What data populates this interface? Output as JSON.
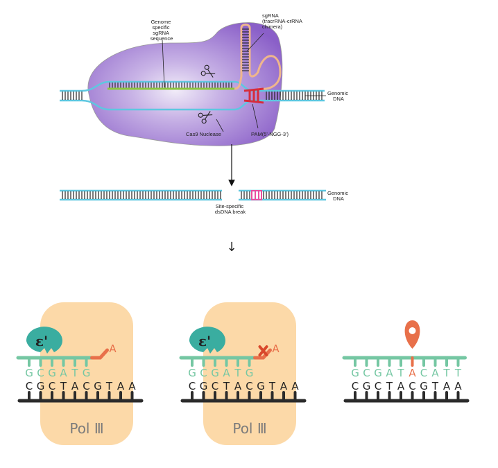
{
  "top_panel": {
    "label_genome_specific": [
      "Genome",
      "specific",
      "sgRNA",
      "sequence"
    ],
    "label_sgrna": [
      "sgRNA",
      "(tracrRNA-crRNA",
      "chimera)"
    ],
    "label_genomic_dna": [
      "Genomic",
      "DNA"
    ],
    "label_cas9": "Cas9 Nuclease",
    "label_pam": "PAM(5'-NGG-3')"
  },
  "middle_panel": {
    "label_genomic_dna": [
      "Genomic",
      "DNA"
    ],
    "label_break": [
      "Site-specific",
      "dsDNA break"
    ],
    "arrow_glyph": "↓"
  },
  "bottom_panels": [
    {
      "enzyme_label": "ε'",
      "mismatch_base": "A",
      "new_strand": [
        "G",
        "C",
        "G",
        "A",
        "T",
        "G"
      ],
      "template_strand": [
        "C",
        "G",
        "C",
        "T",
        "A",
        "C",
        "G",
        "T",
        "A",
        "A"
      ],
      "polymerase_label": "Pol Ⅲ"
    },
    {
      "enzyme_label": "ε'",
      "mismatch_base": "A",
      "new_strand": [
        "G",
        "C",
        "G",
        "A",
        "T",
        "G"
      ],
      "template_strand": [
        "C",
        "G",
        "C",
        "T",
        "A",
        "C",
        "G",
        "T",
        "A",
        "A"
      ],
      "polymerase_label": "Pol Ⅲ"
    },
    {
      "new_strand": [
        "G",
        "C",
        "G",
        "A",
        "T",
        "A",
        "C",
        "A",
        "T",
        "T"
      ],
      "highlight_index": 5,
      "template_strand": [
        "C",
        "G",
        "C",
        "T",
        "A",
        "C",
        "G",
        "T",
        "A",
        "A"
      ]
    }
  ],
  "colors": {
    "cas9_purple": "#8a5fc8",
    "dna_blue": "#5ec7e0",
    "sgrna_green": "#8cc63f",
    "pam_red": "#d62c3c",
    "tracr_peach": "#efb68c",
    "break_pink": "#e9509f",
    "pol_peach": "#fcd9a8",
    "teal_enzyme": "#3aada0",
    "new_strand_green": "#75c7a3",
    "mismatch_orange": "#e8704a",
    "dark_strand": "#2b2b2b"
  }
}
